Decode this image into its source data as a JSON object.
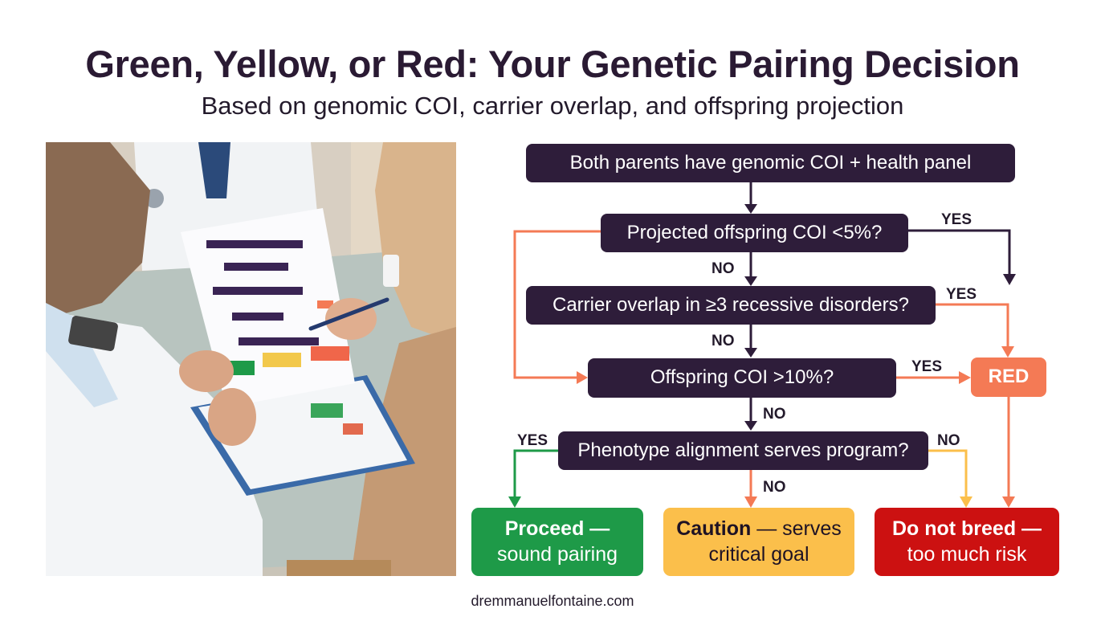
{
  "header": {
    "title": "Green, Yellow, or Red: Your Genetic Pairing Decision",
    "subtitle": "Based on genomic COI, carrier overlap, and offspring projection"
  },
  "photo": {
    "description": "Clinicians and a client reviewing a printed pairing-decision flowchart at a consultation table",
    "alt": "Consultation photo with printed flowchart"
  },
  "flowchart": {
    "start": "Both parents have genomic COI + health panel",
    "q1": "Projected offspring COI <5%?",
    "q2": "Carrier overlap in ≥3 recessive disorders?",
    "q3": "Offspring COI >10%?",
    "q4": "Phenotype alignment serves program?",
    "red_node": "RED",
    "labels": {
      "q1_yes": "YES",
      "q1_no": "NO",
      "q2_yes": "YES",
      "q2_no": "NO",
      "q3_yes": "YES",
      "q3_no": "NO",
      "q4_yes": "YES",
      "q4_no_mid": "NO",
      "q4_no_right": "NO"
    },
    "outcomes": {
      "green": {
        "bold": "Proceed —",
        "rest": "sound pairing",
        "color": "#1e9a48"
      },
      "yellow": {
        "bold": "Caution",
        "rest_inline": " — serves",
        "rest": "critical goal",
        "color": "#fbbf4b"
      },
      "red": {
        "bold": "Do not breed —",
        "rest": "too much risk",
        "color": "#cc1111"
      }
    },
    "colors": {
      "question_box": "#2e1d3a",
      "red_node": "#f47a55",
      "arrow_dark": "#2e1d3a",
      "arrow_orange": "#f47a55",
      "arrow_green": "#1e9a48",
      "arrow_yellow": "#fbbf4b"
    }
  },
  "footer": {
    "website": "dremmanuelfontaine.com"
  }
}
